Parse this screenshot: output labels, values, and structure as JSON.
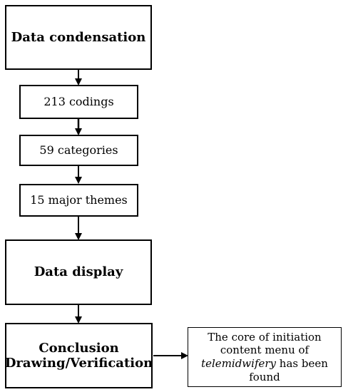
{
  "diagram": {
    "nodes": {
      "condensation": "Data condensation",
      "codings": "213 codings",
      "categories": "59 categories",
      "themes": "15 major themes",
      "display": "Data display",
      "conclusion_line1": "Conclusion",
      "conclusion_line2": "Drawing/Verification",
      "result_line1": "The core of initiation",
      "result_line2": "content menu of",
      "result_italic": "telemidwifery",
      "result_line3_rest": " has been",
      "result_line4": "found"
    }
  }
}
